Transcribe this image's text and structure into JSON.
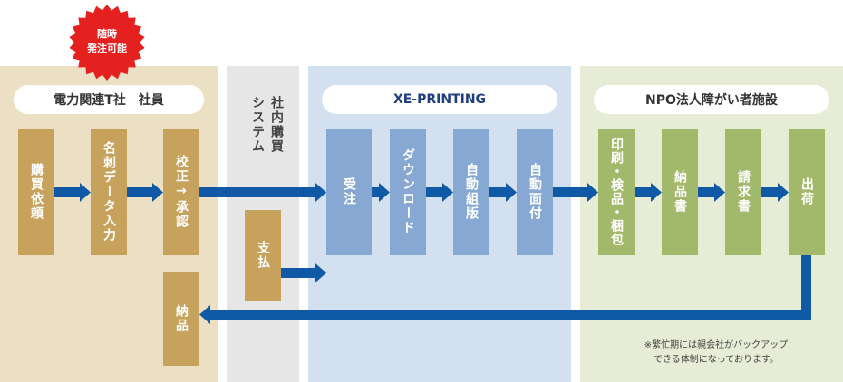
{
  "badge": {
    "line1": "随時",
    "line2": "発注可能"
  },
  "lanes": {
    "denryoku": {
      "title": "電力関連T社　社員"
    },
    "system": {
      "title_line1": "社内購買",
      "title_line2": "システム"
    },
    "xe": {
      "title": "XE-PRINTING"
    },
    "npo": {
      "title": "NPO法人障がい者施設"
    }
  },
  "steps": {
    "kobai_irai": "購買依頼",
    "meishi_data": "名刺データ入力",
    "kousei_shounin": "校正→承認",
    "nouhin_receive": "納品",
    "shiharai": "支払",
    "juchu": "受注",
    "download": "ダウンロード",
    "jidou_kumihan": "自動組版",
    "jidou_menzuke": "自動面付",
    "insatsu": "印刷・検品・梱包",
    "nouhinsho": "納品書",
    "seikyusho": "請求書",
    "shukka": "出荷"
  },
  "note": {
    "line1": "※繁忙期には親会社がバックアップ",
    "line2": "できる体制になっております。"
  },
  "colors": {
    "lane_denryoku": "#ebe0c4",
    "lane_system": "#e6e6e6",
    "lane_xe": "#d3e0ef",
    "lane_npo": "#e7ecd6",
    "box_tan": "#c7a25c",
    "box_blue": "#86a8d2",
    "box_green": "#a2b96b",
    "arrow": "#1059a6",
    "badge": "#e5211f"
  }
}
